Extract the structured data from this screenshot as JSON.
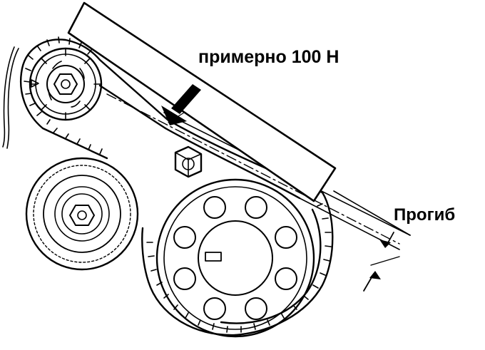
{
  "labels": {
    "force": "примерно 100 Н",
    "deflection": "Прогиб"
  },
  "colors": {
    "line": "#000000",
    "background": "#ffffff"
  },
  "parts": {
    "straightedge": "ruler",
    "force_arrow": "down-arrow",
    "belt": "timing-belt",
    "camshaft_sprocket": "toothed-sprocket",
    "crankshaft_pulley": "large-toothed-pulley",
    "tensioner": "idler-pulley",
    "tensioner_bolt": "hex-bolt"
  }
}
